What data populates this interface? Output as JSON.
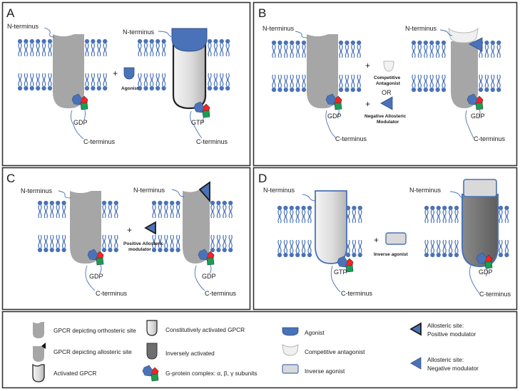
{
  "colors": {
    "membrane": "#4a72b8",
    "gpcr": "#a6a6a6",
    "agonist": "#4a72b8",
    "g_alpha": "#4a72b8",
    "g_beta": "#ff2020",
    "g_gamma": "#18a050",
    "inverse": "#6e6e6e"
  },
  "panels": {
    "A": {
      "letter": "A",
      "nterm_left": "N-terminus",
      "nterm_right": "N-terminus",
      "gdp": "GDP",
      "gtp": "GTP",
      "cterm_left": "C-terminus",
      "cterm_right": "C-terminus",
      "plus": "+",
      "agonist": "Agonist"
    },
    "B": {
      "letter": "B",
      "nterm_left": "N-terminus",
      "nterm_right": "N-terminus",
      "plus1": "+",
      "comp1": "Competitive",
      "comp2": "Antagonist",
      "or": "OR",
      "plus2": "+",
      "neg1": "Negative Allosteric",
      "neg2": "Modulator",
      "gdp_left": "GDP",
      "gdp_right": "GDP",
      "cterm_left": "C-terminus",
      "cterm_right": "C-terminus"
    },
    "C": {
      "letter": "C",
      "nterm_left": "N-terminus",
      "nterm_right": "N-terminus",
      "plus": "+",
      "pos1": "Positive Allosteric",
      "pos2": "modulator",
      "gdp_left": "GDP",
      "gdp_right": "GDP",
      "cterm_left": "C-terminus",
      "cterm_right": "C-terminus"
    },
    "D": {
      "letter": "D",
      "nterm_left": "N-terminus",
      "nterm_right": "N-terminus",
      "plus": "+",
      "inverse": "Inverse agonist",
      "gtp": "GTP",
      "gdp": "GDP",
      "cterm_left": "C-terminus",
      "cterm_right": "C-terminus"
    }
  },
  "legend": {
    "orthosteric": "GPCR depicting orthosteric site",
    "allosteric": "GPCR depicting allosteric site",
    "activated": "Activated GPCR",
    "constitutive": "Constitutively activated GPCR",
    "inversely": "Inversely activated",
    "gprotein": "G-protein complex: α, β, γ subunits",
    "agonist": "Agonist",
    "competitive": "Competitive antagonist",
    "inverse": "Inverse agonist",
    "pos1": "Allosteric site:",
    "pos2": "Positive modulator",
    "neg1": "Allosteric site:",
    "neg2": "Negative modulator"
  }
}
